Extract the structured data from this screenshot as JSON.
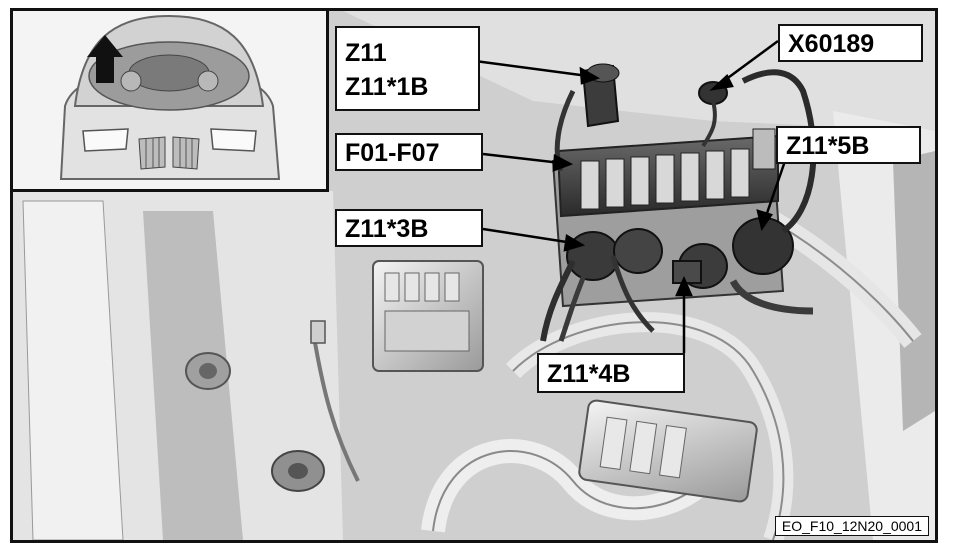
{
  "labels": {
    "z11": "Z11",
    "z11_1b": "Z11*1B",
    "x60189": "X60189",
    "f01_f07": "F01-F07",
    "z11_5b": "Z11*5B",
    "z11_3b": "Z11*3B",
    "z11_4b": "Z11*4B"
  },
  "reference_code": "EO_F10_12N20_0001",
  "colors": {
    "frame": "#111111",
    "background": "#d6d6d6",
    "callout_fill": "#ffffff"
  }
}
